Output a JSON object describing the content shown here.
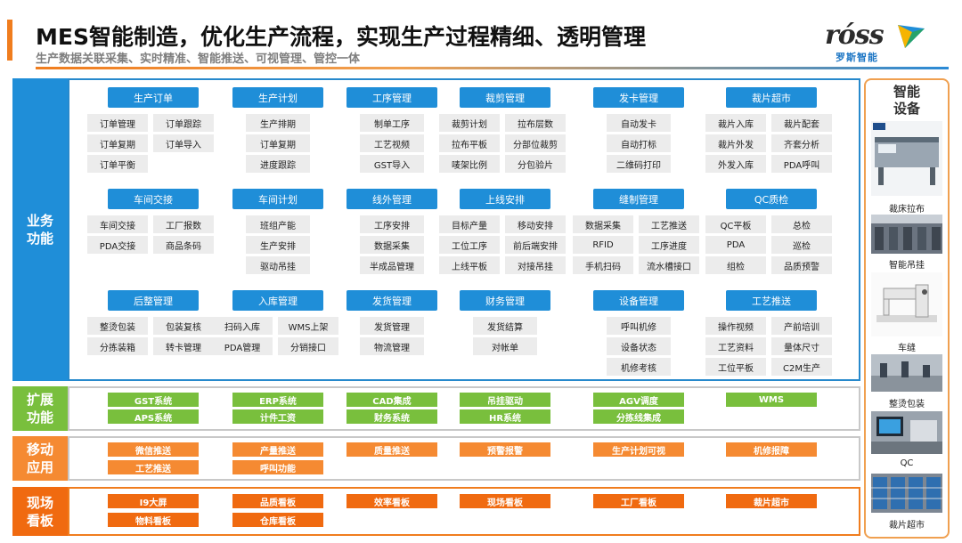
{
  "header": {
    "title": "MES智能制造，优化生产流程，实现生产过程精细、透明管理",
    "subtitle": "生产数据关联采集、实时精准、智能推送、可视管理、管控一体",
    "logo_text": "róss",
    "logo_sub": "罗斯智能",
    "accent_color": "#f07d1e",
    "brand_color": "#1f8ed8"
  },
  "sections": {
    "business": {
      "label": "业务功能",
      "modules": [
        {
          "title": "生产订单",
          "items": [
            "订单管理",
            "订单跟踪",
            "订单复期",
            "订单导入",
            "订单平衡"
          ]
        },
        {
          "title": "生产计划",
          "items": [
            "生产排期",
            "订单复期",
            "进度跟踪"
          ]
        },
        {
          "title": "工序管理",
          "items": [
            "制单工序",
            "工艺视频",
            "GST导入"
          ]
        },
        {
          "title": "裁剪管理",
          "items": [
            "裁剪计划",
            "拉布层数",
            "拉布平板",
            "分部位裁剪",
            "唛架比例",
            "分包验片"
          ]
        },
        {
          "title": "发卡管理",
          "items": [
            "自动发卡",
            "自动打标",
            "二维码打印"
          ]
        },
        {
          "title": "裁片超市",
          "items": [
            "裁片入库",
            "裁片配套",
            "裁片外发",
            "齐套分析",
            "外发入库",
            "PDA呼叫"
          ]
        },
        {
          "title": "车间交接",
          "items": [
            "车间交接",
            "工厂报数",
            "PDA交接",
            "商品条码"
          ]
        },
        {
          "title": "车间计划",
          "items": [
            "班组产能",
            "生产安排",
            "驱动吊挂"
          ]
        },
        {
          "title": "线外管理",
          "items": [
            "工序安排",
            "数据采集",
            "半成品管理"
          ]
        },
        {
          "title": "上线安排",
          "items": [
            "目标产量",
            "移动安排",
            "工位工序",
            "前后端安排",
            "上线平板",
            "对接吊挂"
          ]
        },
        {
          "title": "缝制管理",
          "items": [
            "数据采集",
            "工艺推送",
            "RFID",
            "工序进度",
            "手机扫码",
            "流水槽接口"
          ]
        },
        {
          "title": "QC质检",
          "items": [
            "QC平板",
            "总检",
            "PDA",
            "巡检",
            "组检",
            "品质预警"
          ]
        },
        {
          "title": "后整管理",
          "items": [
            "整烫包装",
            "包装复核",
            "分拣装箱",
            "转卡管理"
          ]
        },
        {
          "title": "入库管理",
          "items": [
            "扫码入库",
            "WMS上架",
            "PDA管理",
            "分销接口"
          ]
        },
        {
          "title": "发货管理",
          "items": [
            "发货管理",
            "物流管理"
          ]
        },
        {
          "title": "财务管理",
          "items": [
            "发货结算",
            "对帐单"
          ]
        },
        {
          "title": "设备管理",
          "items": [
            "呼叫机修",
            "设备状态",
            "机修考核"
          ]
        },
        {
          "title": "工艺推送",
          "items": [
            "操作视频",
            "产前培训",
            "工艺资料",
            "量体尺寸",
            "工位平板",
            "C2M生产"
          ]
        }
      ]
    },
    "extension": {
      "label": "扩展功能",
      "items": [
        "GST系统",
        "ERP系统",
        "CAD集成",
        "吊挂驱动",
        "AGV调度",
        "WMS",
        "APS系统",
        "计件工资",
        "财务系统",
        "HR系统",
        "分拣线集成"
      ]
    },
    "mobile": {
      "label": "移动应用",
      "items": [
        "微信推送",
        "产量推送",
        "质量推送",
        "预警报警",
        "生产计划可视",
        "机修报障",
        "工艺推送",
        "呼叫功能"
      ]
    },
    "kanban": {
      "label": "现场看板",
      "items": [
        "I9大屏",
        "品质看板",
        "效率看板",
        "现场看板",
        "工厂看板",
        "裁片超市",
        "物料看板",
        "仓库看板"
      ]
    }
  },
  "devices": {
    "label": "智能设备",
    "items": [
      "裁床拉布",
      "智能吊挂",
      "车缝",
      "整烫包装",
      "QC",
      "裁片超市"
    ]
  }
}
